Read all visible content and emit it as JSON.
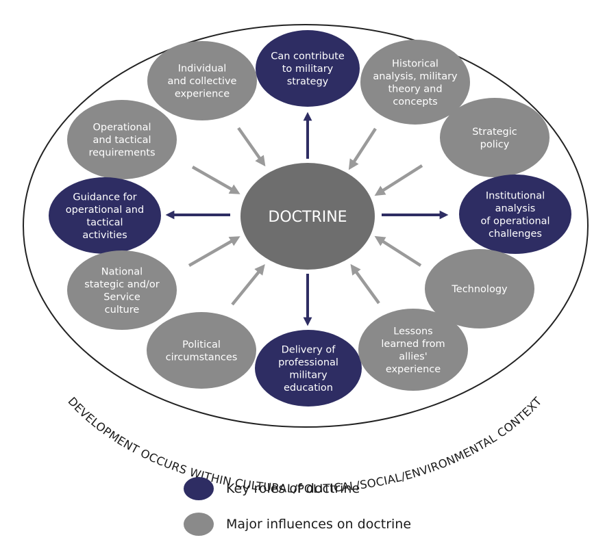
{
  "colors": {
    "key_role": "#2e2d63",
    "influence": "#8a8a8a",
    "center": "#6e6e6e",
    "arrow_key": "#2e2d63",
    "arrow_influence": "#9a9a9a"
  },
  "center": {
    "label": "DOCTRINE"
  },
  "outer_text": "DEVELOPMENT OCCURS WITHIN CULTURAL/POLITICAL/SOCIAL/ENVIRONMENTAL CONTEXT",
  "nodes": [
    {
      "id": "individual-collective-experience",
      "kind": "influence",
      "lines": [
        "Individual",
        "and collective",
        "experience"
      ]
    },
    {
      "id": "contribute-military-strategy",
      "kind": "key",
      "lines": [
        "Can contribute",
        "to military",
        "strategy"
      ]
    },
    {
      "id": "historical-analysis",
      "kind": "influence",
      "lines": [
        "Historical",
        "analysis, military",
        "theory and",
        "concepts"
      ]
    },
    {
      "id": "operational-tactical-requirements",
      "kind": "influence",
      "lines": [
        "Operational",
        "and tactical",
        "requirements"
      ]
    },
    {
      "id": "strategic-policy",
      "kind": "influence",
      "lines": [
        "Strategic",
        "policy"
      ]
    },
    {
      "id": "guidance-operational-tactical",
      "kind": "key",
      "lines": [
        "Guidance for",
        "operational and",
        "tactical",
        "activities"
      ]
    },
    {
      "id": "institutional-analysis",
      "kind": "key",
      "lines": [
        "Institutional",
        "analysis",
        "of operational",
        "challenges"
      ]
    },
    {
      "id": "national-strategic-culture",
      "kind": "influence",
      "lines": [
        "National",
        "stategic and/or",
        "Service",
        "culture"
      ]
    },
    {
      "id": "technology",
      "kind": "influence",
      "lines": [
        "Technology"
      ]
    },
    {
      "id": "political-circumstances",
      "kind": "influence",
      "lines": [
        "Political",
        "circumstances"
      ]
    },
    {
      "id": "delivery-professional-education",
      "kind": "key",
      "lines": [
        "Delivery of",
        "professional",
        "military",
        "education"
      ]
    },
    {
      "id": "lessons-learned-allies",
      "kind": "influence",
      "lines": [
        "Lessons",
        "learned from",
        "allies'",
        "experience"
      ]
    }
  ],
  "legend": [
    {
      "kind": "key",
      "label": "Key roles of doctrine"
    },
    {
      "kind": "influence",
      "label": "Major influences on doctrine"
    }
  ]
}
